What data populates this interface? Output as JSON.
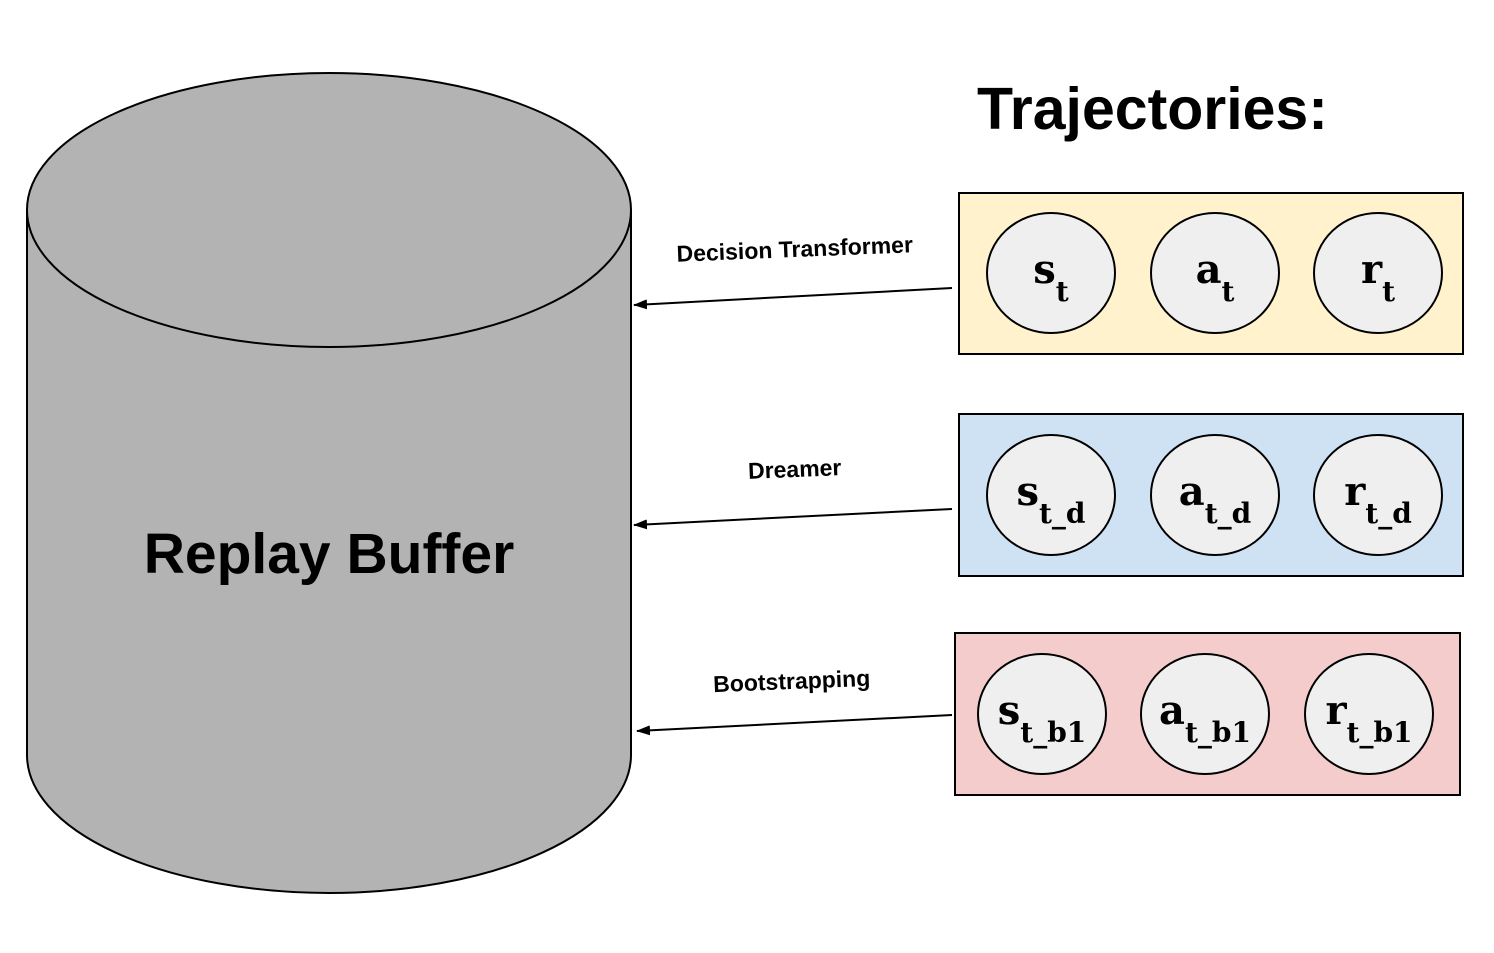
{
  "title": "Trajectories:",
  "buffer": {
    "label": "Replay Buffer",
    "fill": "#b3b3b3"
  },
  "connections": [
    {
      "label": "Decision Transformer",
      "box_color": "#fff2cc",
      "items": [
        {
          "symbol": "s",
          "sub": "t"
        },
        {
          "symbol": "a",
          "sub": "t"
        },
        {
          "symbol": "r",
          "sub": "t"
        }
      ]
    },
    {
      "label": "Dreamer",
      "box_color": "#cfe2f3",
      "items": [
        {
          "symbol": "s",
          "sub": "t_d"
        },
        {
          "symbol": "a",
          "sub": "t_d"
        },
        {
          "symbol": "r",
          "sub": "t_d"
        }
      ]
    },
    {
      "label": "Bootstrapping",
      "box_color": "#f4cccc",
      "items": [
        {
          "symbol": "s",
          "sub": "t_b1"
        },
        {
          "symbol": "a",
          "sub": "t_b1"
        },
        {
          "symbol": "r",
          "sub": "t_b1"
        }
      ]
    }
  ],
  "colors": {
    "stroke": "#000000",
    "circle_fill": "#efefef"
  }
}
